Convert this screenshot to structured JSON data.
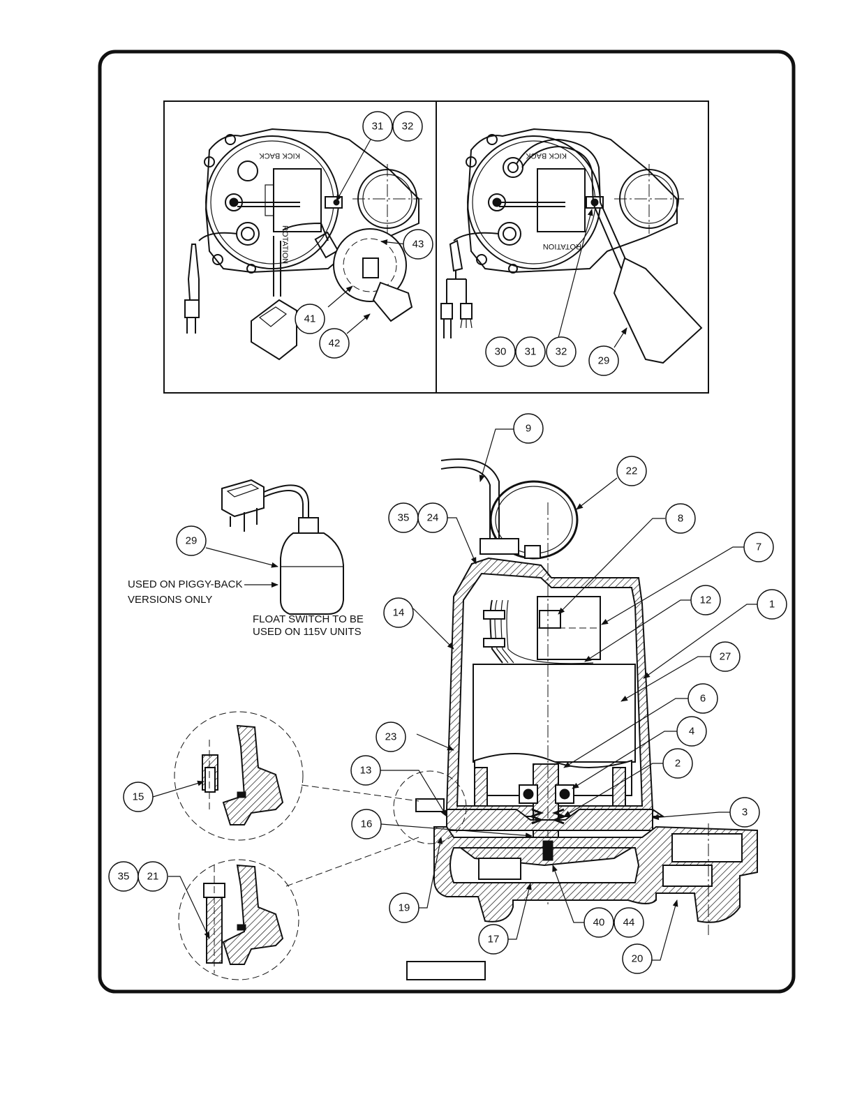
{
  "callouts": {
    "c31a": "31",
    "c32a": "32",
    "c43": "43",
    "c41": "41",
    "c42": "42",
    "c30": "30",
    "c31b": "31",
    "c32b": "32",
    "c29a": "29",
    "c9": "9",
    "c22": "22",
    "c35a": "35",
    "c24": "24",
    "c8": "8",
    "c7": "7",
    "c29b": "29",
    "c12": "12",
    "c1": "1",
    "c14": "14",
    "c27": "27",
    "c6": "6",
    "c4": "4",
    "c23": "23",
    "c2": "2",
    "c13": "13",
    "c15": "15",
    "c3": "3",
    "c16": "16",
    "c35b": "35",
    "c21": "21",
    "c19": "19",
    "c17": "17",
    "c40": "40",
    "c44": "44",
    "c20": "20"
  },
  "notes": {
    "piggy_line1": "USED ON PIGGY-BACK",
    "piggy_line2": "VERSIONS ONLY",
    "float_line1": "FLOAT SWITCH TO BE",
    "float_line2": "USED ON 115V UNITS"
  },
  "cover_labels": {
    "kick_back": "KICK BACK",
    "rotation": "ROTATION"
  },
  "figure_label": ""
}
